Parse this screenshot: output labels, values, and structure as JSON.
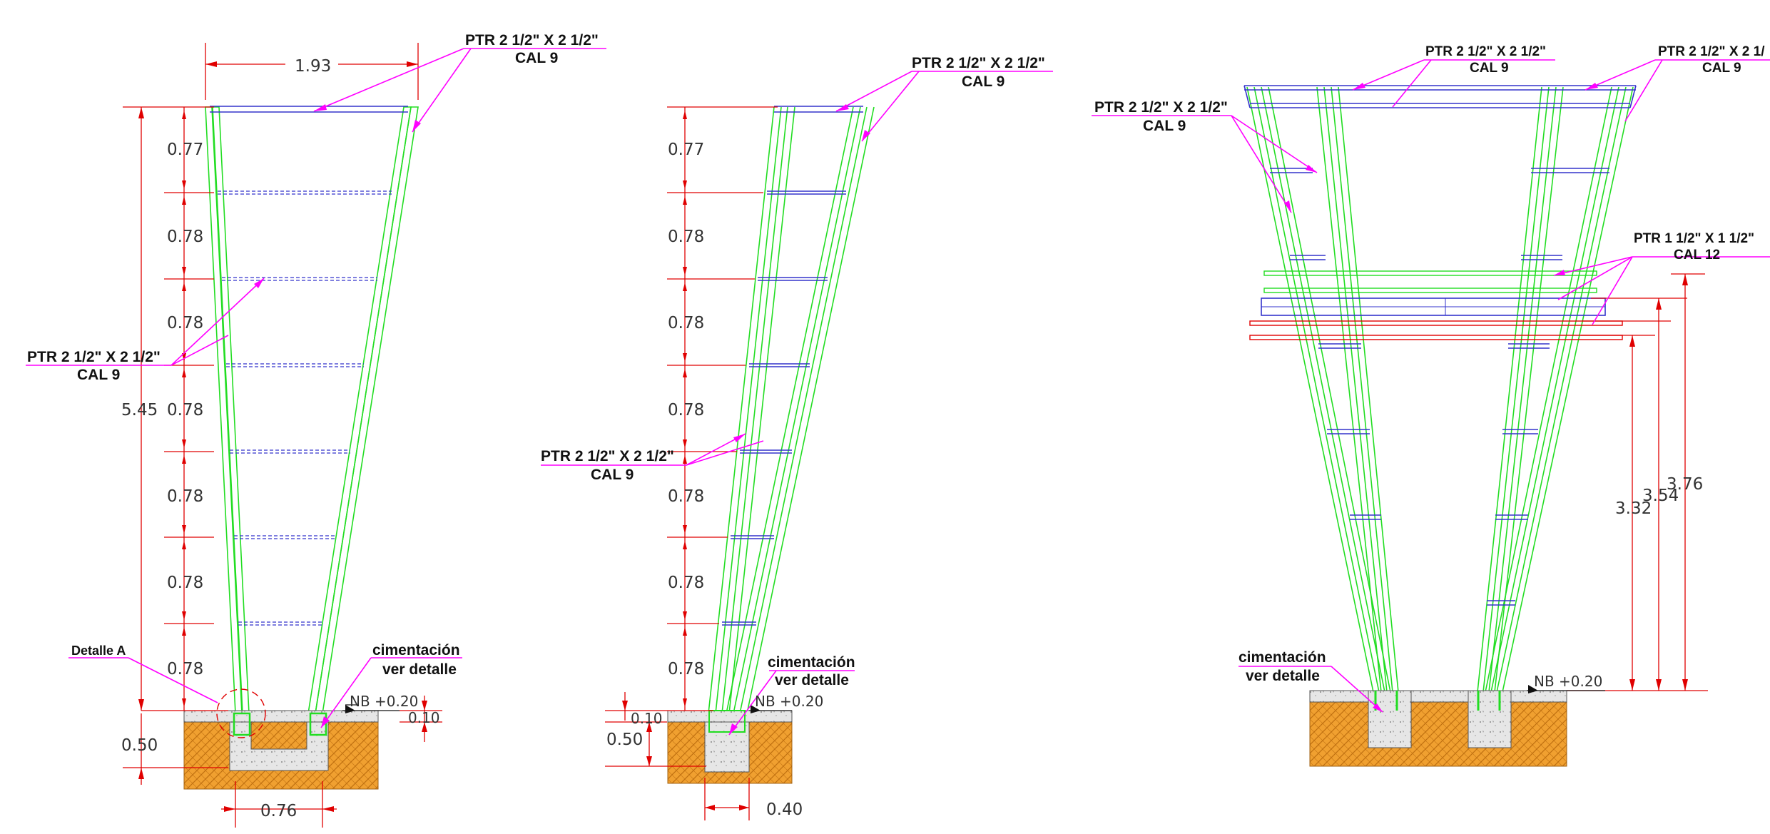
{
  "colors": {
    "frame": "#22dd22",
    "crossbar": "#3333cc",
    "dimension": "#e00000",
    "leader": "#ff00ff",
    "soil": "#f0a030",
    "concrete": "#dddddd"
  },
  "view1": {
    "top_width": "1.93",
    "top_callout": {
      "line1": "PTR  2 1/2\" X 2 1/2\"",
      "line2": "CAL 9"
    },
    "side_callout": {
      "line1": "PTR  2 1/2\" X 2 1/2\"",
      "line2": "CAL 9"
    },
    "total_height": "5.45",
    "spacings": [
      "0.77",
      "0.78",
      "0.78",
      "0.78",
      "0.78",
      "0.78",
      "0.78"
    ],
    "detail_label": "Detalle  A",
    "foundation_note": {
      "line1": "cimentación",
      "line2": "ver detalle"
    },
    "level": "NB  +0.20",
    "slab": "0.10",
    "depth": "0.50",
    "base_width": "0.76"
  },
  "view2": {
    "top_callout": {
      "line1": "PTR  2 1/2\" X 2 1/2\"",
      "line2": "CAL 9"
    },
    "side_callout": {
      "line1": "PTR  2 1/2\" X 2 1/2\"",
      "line2": "CAL 9"
    },
    "spacings": [
      "0.77",
      "0.78",
      "0.78",
      "0.78",
      "0.78",
      "0.78",
      "0.78"
    ],
    "foundation_note": {
      "line1": "cimentación",
      "line2": "ver detalle"
    },
    "level": "NB  +0.20",
    "slab": "0.10",
    "depth": "0.50",
    "base_width": "0.40"
  },
  "view3": {
    "top_callout_a": {
      "line1": "PTR  2 1/2\" X 2 1/2\"",
      "line2": "CAL 9"
    },
    "top_callout_b": {
      "line1": "PTR  2 1/2\" X 2 1/",
      "line2": "CAL 9"
    },
    "left_callout": {
      "line1": "PTR  2 1/2\" X 2 1/2\"",
      "line2": "CAL 9"
    },
    "right_callout": {
      "line1": "PTR  1 1/2\" X 1 1/2\"",
      "line2": "CAL 12"
    },
    "heights": [
      "3.32",
      "3.54",
      "3.76"
    ],
    "foundation_note": {
      "line1": "cimentación",
      "line2": "ver detalle"
    },
    "level": "NB  +0.20"
  }
}
